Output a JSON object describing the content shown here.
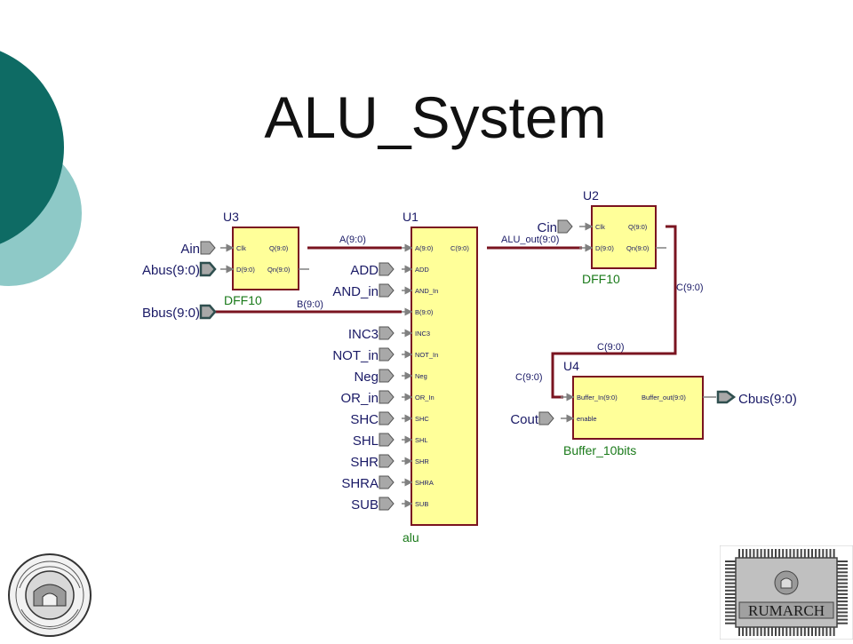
{
  "title": "ALU_System",
  "colors": {
    "teal_dark": "#0e6b64",
    "teal_light": "#8ec9c7",
    "block_fill": "#ffff99",
    "block_border": "#7a1420",
    "wire": "#7a1420",
    "port_gray": "#a8a8a8"
  },
  "blocks": {
    "u3": {
      "ref": "U3",
      "type": "DFF10",
      "pins_left": [
        "Clk",
        "D(9:0)"
      ],
      "pins_right": [
        "Q(9:0)",
        "Qn(9:0)"
      ]
    },
    "u1": {
      "ref": "U1",
      "type": "alu",
      "pins_left": [
        "A(9:0)",
        "ADD",
        "AND_In",
        "B(9:0)",
        "INC3",
        "NOT_In",
        "Neg",
        "OR_In",
        "SHC",
        "SHL",
        "SHR",
        "SHRA",
        "SUB"
      ],
      "pins_right": [
        "C(9:0)"
      ]
    },
    "u2": {
      "ref": "U2",
      "type": "DFF10",
      "pins_left": [
        "Clk",
        "D(9:0)"
      ],
      "pins_right": [
        "Q(9:0)",
        "Qn(9:0)"
      ]
    },
    "u4": {
      "ref": "U4",
      "type": "Buffer_10bits",
      "pins_left": [
        "Buffer_In(9:0)",
        "enable"
      ],
      "pins_right": [
        "Buffer_out(9:0)"
      ]
    }
  },
  "ports": {
    "ain": "Ain",
    "abus": "Abus(9:0)",
    "bbus": "Bbus(9:0)",
    "alu_inputs": [
      "ADD",
      "AND_in",
      "INC3",
      "NOT_in",
      "Neg",
      "OR_in",
      "SHC",
      "SHL",
      "SHR",
      "SHRA",
      "SUB"
    ],
    "cin": "Cin",
    "cout": "Cout",
    "cbus": "Cbus(9:0)"
  },
  "nets": {
    "a": "A(9:0)",
    "b": "B(9:0)",
    "alu_out": "ALU_out(9:0)",
    "c_right": "C(9:0)",
    "c_top": "C(9:0)",
    "c_left": "C(9:0)"
  },
  "logos": {
    "seal_icon": "university-seal-icon",
    "chip_icon": "rumarch-chip-icon",
    "chip_text": "RUMARCH"
  }
}
